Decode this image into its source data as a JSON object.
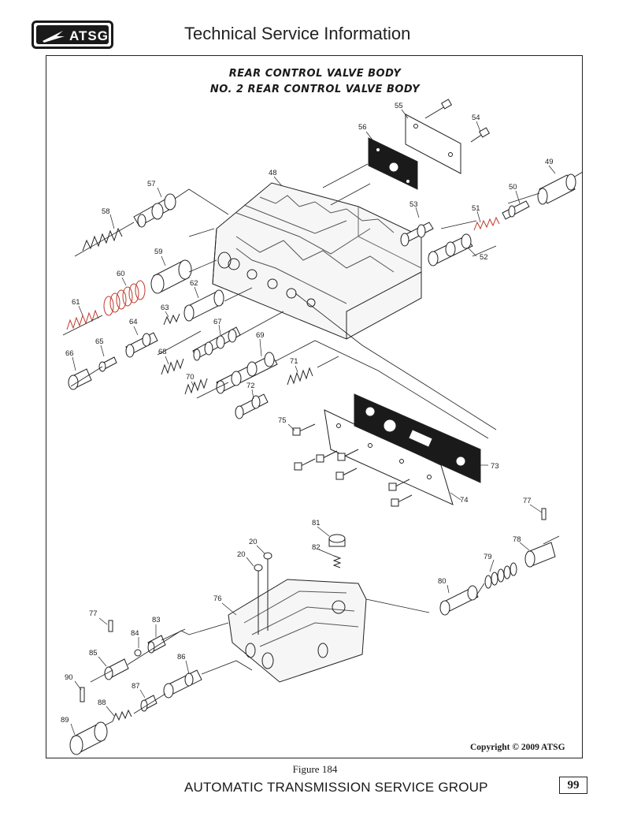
{
  "header": {
    "logo_text": "ATSG",
    "title": "Technical Service Information"
  },
  "diagram": {
    "title_line1": "REAR CONTROL VALVE BODY",
    "title_line2": "NO. 2 REAR CONTROL VALVE BODY",
    "part_numbers": [
      "55",
      "54",
      "56",
      "49",
      "48",
      "57",
      "50",
      "53",
      "58",
      "51",
      "52",
      "59",
      "60",
      "62",
      "61",
      "63",
      "67",
      "64",
      "69",
      "65",
      "66",
      "68",
      "71",
      "70",
      "72",
      "75",
      "73",
      "74",
      "77",
      "81",
      "78",
      "20",
      "82",
      "20",
      "79",
      "80",
      "76",
      "77",
      "83",
      "84",
      "85",
      "86",
      "90",
      "87",
      "88",
      "89"
    ]
  },
  "footer": {
    "copyright": "Copyright © 2009 ATSG",
    "figure_caption": "Figure 184",
    "group_name": "AUTOMATIC TRANSMISSION SERVICE GROUP",
    "page_number": "99"
  }
}
